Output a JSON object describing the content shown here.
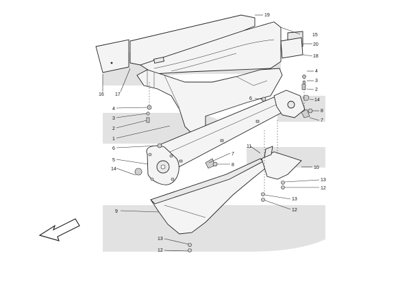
{
  "callouts": [
    "19",
    "15",
    "20",
    "18",
    "4",
    "3",
    "2",
    "14",
    "8",
    "7",
    "6",
    "16",
    "17",
    "4",
    "3",
    "2",
    "1",
    "6",
    "5",
    "14",
    "7",
    "8",
    "11",
    "10",
    "13",
    "12",
    "13",
    "12",
    "9",
    "13",
    "12"
  ]
}
